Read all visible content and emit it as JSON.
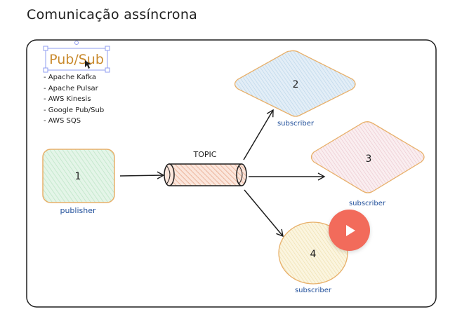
{
  "title": "Comunicação assíncrona",
  "pubsub_label": "Pub/Sub",
  "pubsub_list": [
    "Apache Kafka",
    "Apache Pulsar",
    "AWS Kinesis",
    "Google Pub/Sub",
    "AWS SQS"
  ],
  "publisher": {
    "number": "1",
    "caption": "publisher"
  },
  "topic_label": "TOPIC",
  "subscribers": [
    {
      "number": "2",
      "caption": "subscriber"
    },
    {
      "number": "3",
      "caption": "subscriber"
    },
    {
      "number": "4",
      "caption": "subscriber"
    }
  ],
  "colors": {
    "publisher_fill": "#d3f0d9",
    "publisher_stroke": "#e8b06a",
    "topic_fill": "#f3c9b4",
    "sub2_fill": "#cfe3f2",
    "sub3_fill": "#f3d9de",
    "sub4_fill": "#f6ecc8",
    "caption_color": "#1f4e9a",
    "pubsub_color": "#c98a2e",
    "play_button": "#f26b5b"
  },
  "icons": {
    "play": "play-icon"
  }
}
